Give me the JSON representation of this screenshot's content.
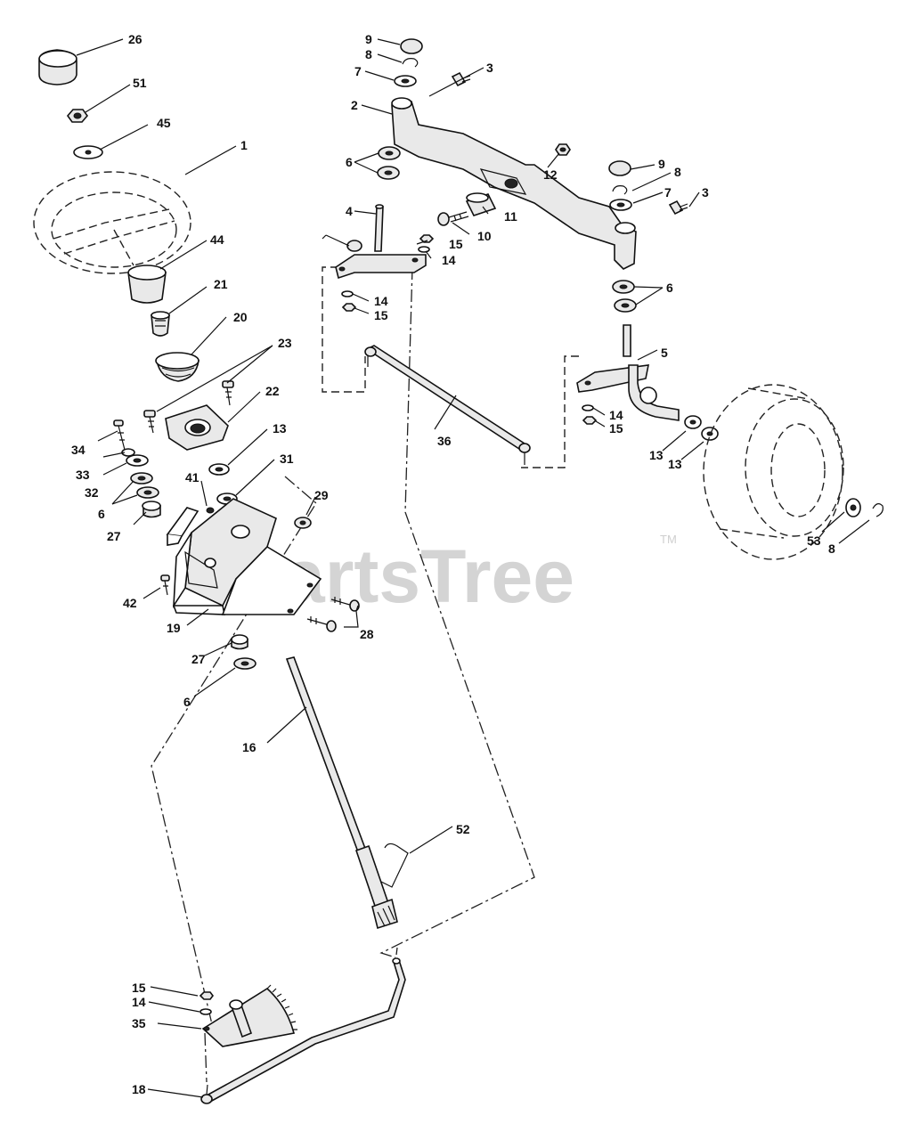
{
  "watermark": {
    "text": "PartsTree",
    "trademark": "TM"
  },
  "callouts": [
    {
      "id": "26",
      "text": "26"
    },
    {
      "id": "51",
      "text": "51"
    },
    {
      "id": "45",
      "text": "45"
    },
    {
      "id": "1",
      "text": "1"
    },
    {
      "id": "44",
      "text": "44"
    },
    {
      "id": "21",
      "text": "21"
    },
    {
      "id": "20",
      "text": "20"
    },
    {
      "id": "23",
      "text": "23"
    },
    {
      "id": "22",
      "text": "22"
    },
    {
      "id": "34",
      "text": "34"
    },
    {
      "id": "33",
      "text": "33"
    },
    {
      "id": "32",
      "text": "32"
    },
    {
      "id": "6a",
      "text": "6"
    },
    {
      "id": "27a",
      "text": "27"
    },
    {
      "id": "13a",
      "text": "13"
    },
    {
      "id": "31",
      "text": "31"
    },
    {
      "id": "41",
      "text": "41"
    },
    {
      "id": "29",
      "text": "29"
    },
    {
      "id": "42",
      "text": "42"
    },
    {
      "id": "19",
      "text": "19"
    },
    {
      "id": "28",
      "text": "28"
    },
    {
      "id": "27b",
      "text": "27"
    },
    {
      "id": "6b",
      "text": "6"
    },
    {
      "id": "16",
      "text": "16"
    },
    {
      "id": "52",
      "text": "52"
    },
    {
      "id": "15a",
      "text": "15"
    },
    {
      "id": "14a",
      "text": "14"
    },
    {
      "id": "35",
      "text": "35"
    },
    {
      "id": "18",
      "text": "18"
    },
    {
      "id": "9a",
      "text": "9"
    },
    {
      "id": "8a",
      "text": "8"
    },
    {
      "id": "7a",
      "text": "7"
    },
    {
      "id": "3a",
      "text": "3"
    },
    {
      "id": "2",
      "text": "2"
    },
    {
      "id": "6c",
      "text": "6"
    },
    {
      "id": "12",
      "text": "12"
    },
    {
      "id": "9b",
      "text": "9"
    },
    {
      "id": "8b",
      "text": "8"
    },
    {
      "id": "7b",
      "text": "7"
    },
    {
      "id": "3b",
      "text": "3"
    },
    {
      "id": "4",
      "text": "4"
    },
    {
      "id": "11",
      "text": "11"
    },
    {
      "id": "10",
      "text": "10"
    },
    {
      "id": "15b",
      "text": "15"
    },
    {
      "id": "14b",
      "text": "14"
    },
    {
      "id": "14c",
      "text": "14"
    },
    {
      "id": "15c",
      "text": "15"
    },
    {
      "id": "6d",
      "text": "6"
    },
    {
      "id": "5",
      "text": "5"
    },
    {
      "id": "36",
      "text": "36"
    },
    {
      "id": "14d",
      "text": "14"
    },
    {
      "id": "15d",
      "text": "15"
    },
    {
      "id": "13b",
      "text": "13"
    },
    {
      "id": "13c",
      "text": "13"
    },
    {
      "id": "53",
      "text": "53"
    },
    {
      "id": "8c",
      "text": "8"
    }
  ]
}
